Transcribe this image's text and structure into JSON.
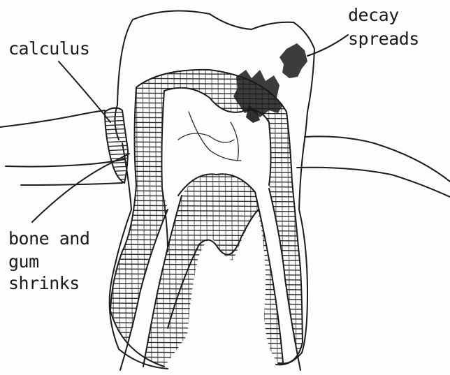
{
  "labels": {
    "decay_line1": "decay",
    "decay_line2": "spreads",
    "calculus": "calculus",
    "bone_line1": "bone and",
    "bone_line2": "gum",
    "bone_line3": "shrinks"
  },
  "colors": {
    "ink": "#1c1c1c",
    "paper": "#fdfdfb"
  }
}
